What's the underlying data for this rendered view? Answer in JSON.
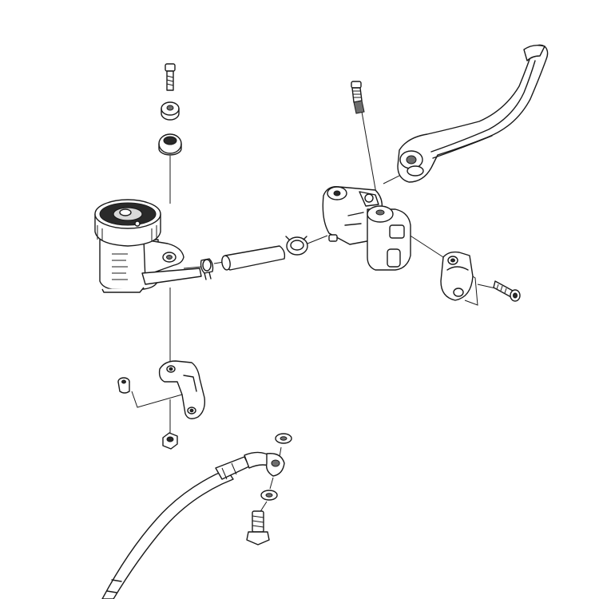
{
  "diagram": {
    "background": "#ffffff",
    "line_color": "#1a1a1a",
    "parts": [
      {
        "id": "reservoir-cap-bolt",
        "icon": "bolt-icon"
      },
      {
        "id": "reservoir-washer",
        "icon": "washer-icon"
      },
      {
        "id": "reservoir-grommet",
        "icon": "grommet-icon"
      },
      {
        "id": "brake-fluid-reservoir",
        "icon": "reservoir-icon"
      },
      {
        "id": "hose-clamp",
        "icon": "clamp-icon"
      },
      {
        "id": "reservoir-hose",
        "icon": "hose-icon"
      },
      {
        "id": "hose-clamp-2",
        "icon": "clamp-icon"
      },
      {
        "id": "bleeder-valve",
        "icon": "bleeder-icon"
      },
      {
        "id": "master-cylinder",
        "icon": "master-cylinder-icon"
      },
      {
        "id": "brake-lever",
        "icon": "lever-icon"
      },
      {
        "id": "handlebar-clamp",
        "icon": "clamp-icon"
      },
      {
        "id": "clamp-bolt",
        "icon": "bolt-icon"
      },
      {
        "id": "reservoir-bracket",
        "icon": "bracket-icon"
      },
      {
        "id": "bracket-bolt",
        "icon": "bolt-icon"
      },
      {
        "id": "bracket-nut",
        "icon": "nut-icon"
      },
      {
        "id": "banjo-washer-upper",
        "icon": "washer-icon"
      },
      {
        "id": "banjo-washer-lower",
        "icon": "washer-icon"
      },
      {
        "id": "banjo-bolt",
        "icon": "bolt-icon"
      },
      {
        "id": "brake-hose",
        "icon": "hose-icon"
      }
    ]
  }
}
